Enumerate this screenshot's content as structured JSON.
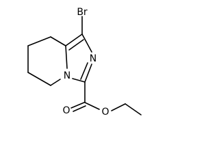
{
  "molecule": {
    "atoms": {
      "bromine": "Br",
      "imidazole_n_top": "N",
      "bridgehead_n": "N",
      "carbonyl_o": "O",
      "ester_o": "O"
    },
    "colors": {
      "bond": "#000000",
      "label": "#000000",
      "background": "#ffffff"
    }
  }
}
